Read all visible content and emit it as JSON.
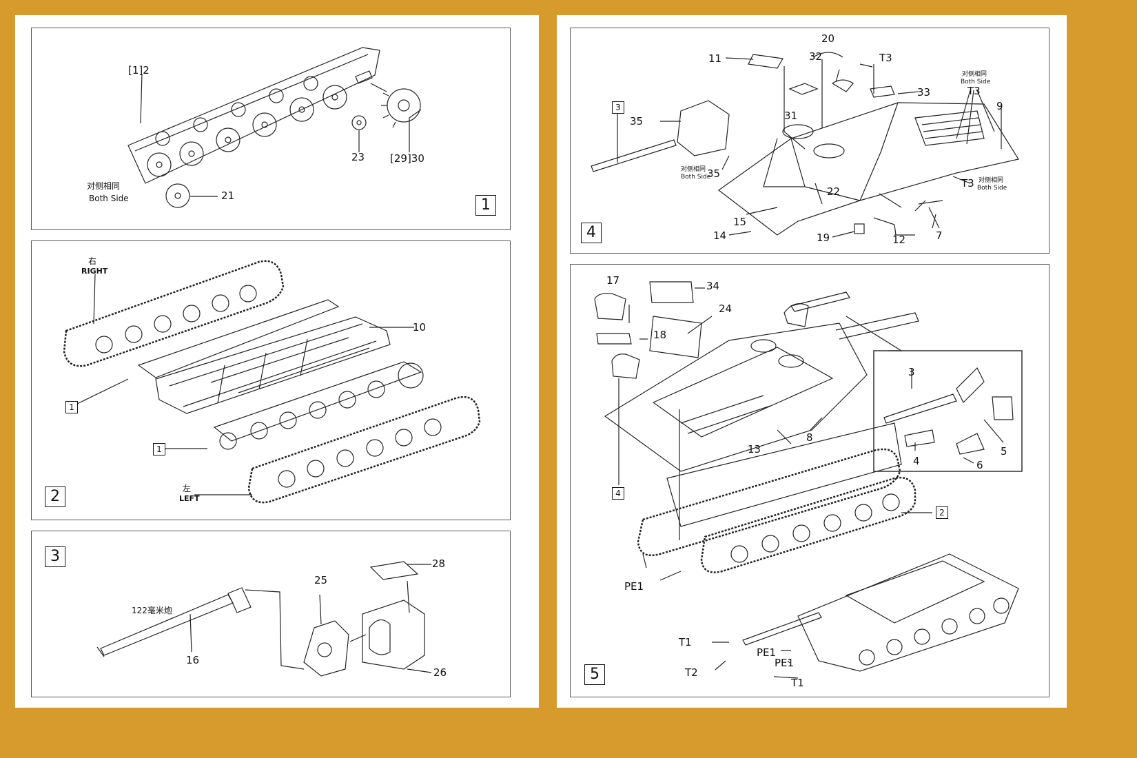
{
  "colors": {
    "background": "#d79a2c",
    "paper": "#ffffff",
    "ink": "#222222"
  },
  "step1": {
    "number": "1",
    "labels": {
      "p2": "[1]2",
      "p21": "21",
      "p23": "23",
      "p30": "[29]30"
    },
    "both_side_cn": "对侧相同",
    "both_side_en": "Both Side"
  },
  "step2": {
    "number": "2",
    "right_cn": "右",
    "right_en": "RIGHT",
    "left_cn": "左",
    "left_en": "LEFT",
    "p10": "10",
    "ref1a": "1",
    "ref1b": "1"
  },
  "step3": {
    "number": "3",
    "gun_cn": "122毫米炮",
    "p16": "16",
    "p25": "25",
    "p26": "26",
    "p28": "28"
  },
  "step4": {
    "number": "4",
    "ref3": "3",
    "p7": "7",
    "p9": "9",
    "p11": "11",
    "p12": "12",
    "p14": "14",
    "p15": "15",
    "p19": "19",
    "p20": "20",
    "p22": "22",
    "p31": "31",
    "p32": "32",
    "p33": "33",
    "p35a": "35",
    "p35b": "35",
    "t3a": "T3",
    "t3b": "T3",
    "t3c": "T3",
    "both_side_cn": "对侧相同",
    "both_side_en": "Both Side"
  },
  "step5": {
    "number": "5",
    "ref2": "2",
    "ref4": "4",
    "p3": "3",
    "p4": "4",
    "p5": "5",
    "p6": "6",
    "p8": "8",
    "p13": "13",
    "p17": "17",
    "p18": "18",
    "p24": "24",
    "p34": "34",
    "pe1a": "PE1",
    "pe1b": "PE1",
    "pe1c": "PE1",
    "t1a": "T1",
    "t1b": "T1",
    "t2": "T2"
  }
}
